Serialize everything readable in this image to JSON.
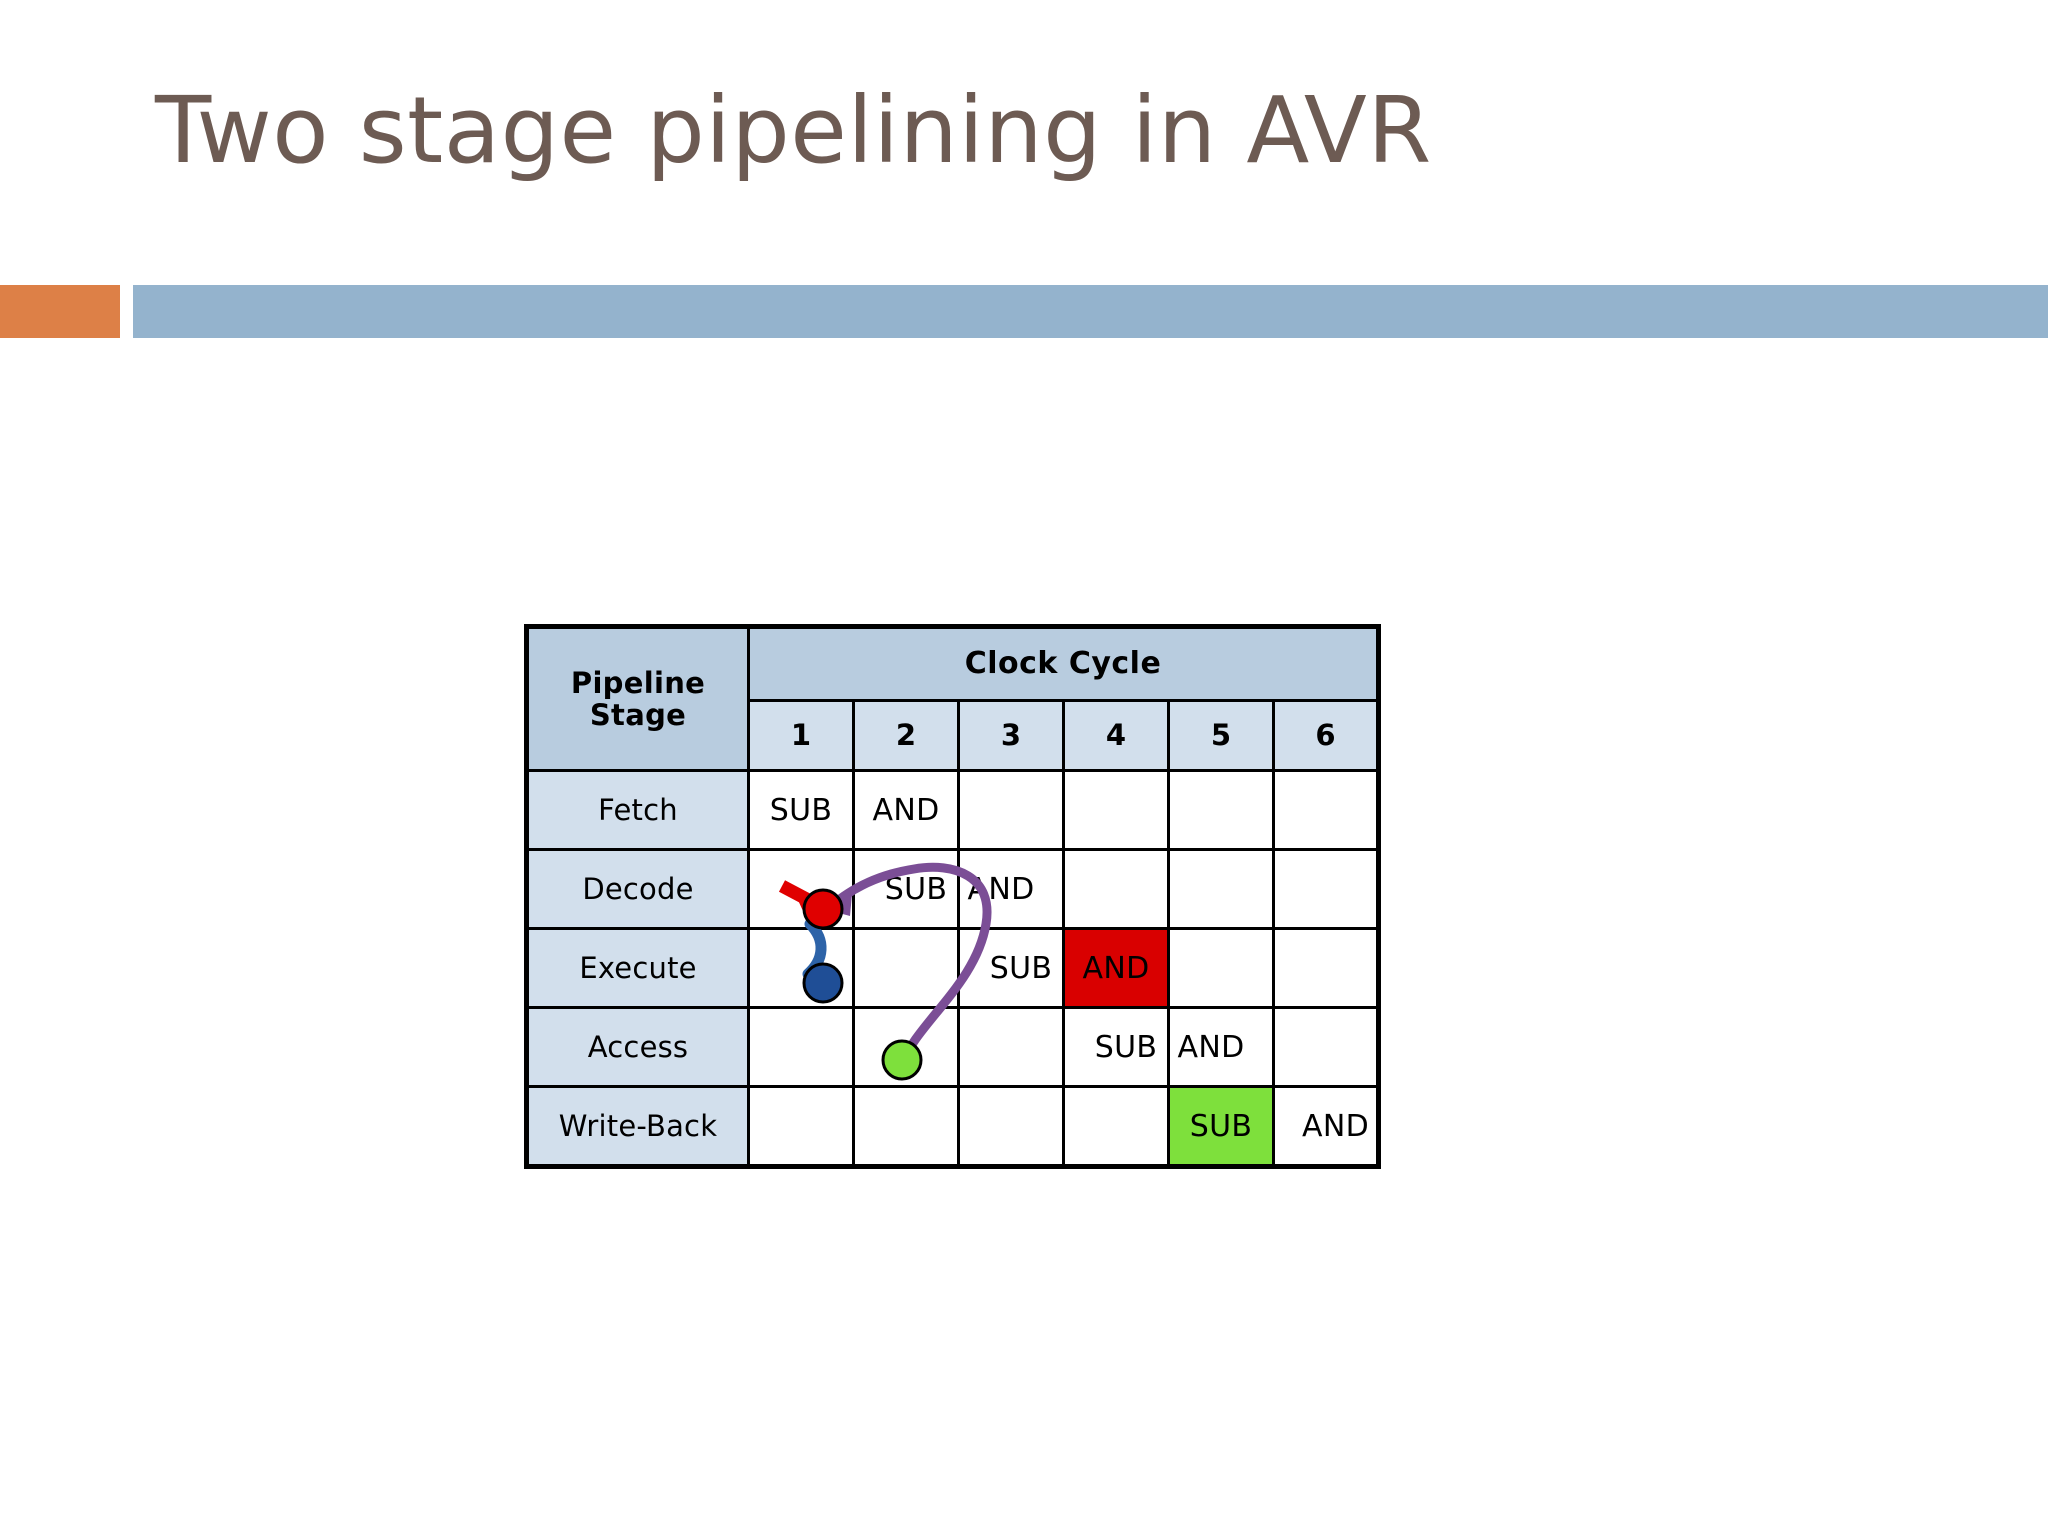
{
  "slide": {
    "title": "Two stage pipelining in AVR",
    "title_color": "#6d5b53",
    "background_color": "#ffffff"
  },
  "divider": {
    "orange_color": "#dd8047",
    "blue_color": "#94b3cd"
  },
  "table": {
    "corner_header": "Pipeline\nStage",
    "corner_header_line1": "Pipeline",
    "corner_header_line2": "Stage",
    "group_header": "Clock Cycle",
    "header_fill": "#b8ccdf",
    "stage_fill": "#d2dfec",
    "cycles": [
      "1",
      "2",
      "3",
      "4",
      "5",
      "6"
    ],
    "rows": [
      {
        "stage": "Fetch",
        "cells": [
          "SUB",
          "AND",
          "",
          "",
          "",
          ""
        ]
      },
      {
        "stage": "Decode",
        "cells": [
          "",
          "SUB",
          "AND",
          "",
          "",
          ""
        ]
      },
      {
        "stage": "Execute",
        "cells": [
          "",
          "",
          "SUB",
          "AND",
          "",
          ""
        ]
      },
      {
        "stage": "Access",
        "cells": [
          "",
          "",
          "",
          "SUB",
          "AND",
          ""
        ]
      },
      {
        "stage": "Write-Back",
        "cells": [
          "",
          "",
          "",
          "",
          "SUB",
          "AND"
        ]
      }
    ],
    "highlights": [
      {
        "row": "Execute",
        "cycle": "4",
        "color": "#d90000",
        "label": "AND"
      },
      {
        "row": "Write-Back",
        "cycle": "5",
        "color": "#7ee03c",
        "label": "SUB"
      }
    ]
  },
  "annotations": {
    "red_marker": {
      "color": "#e00000",
      "stroke": "#000000"
    },
    "blue_marker": {
      "color": "#1f4e96",
      "stroke": "#000000"
    },
    "green_marker": {
      "color": "#7ee03c",
      "stroke": "#000000"
    },
    "red_arrow_color": "#e00000",
    "blue_arrow_color": "#2d63a8",
    "purple_arrow_color": "#7b4e96"
  }
}
